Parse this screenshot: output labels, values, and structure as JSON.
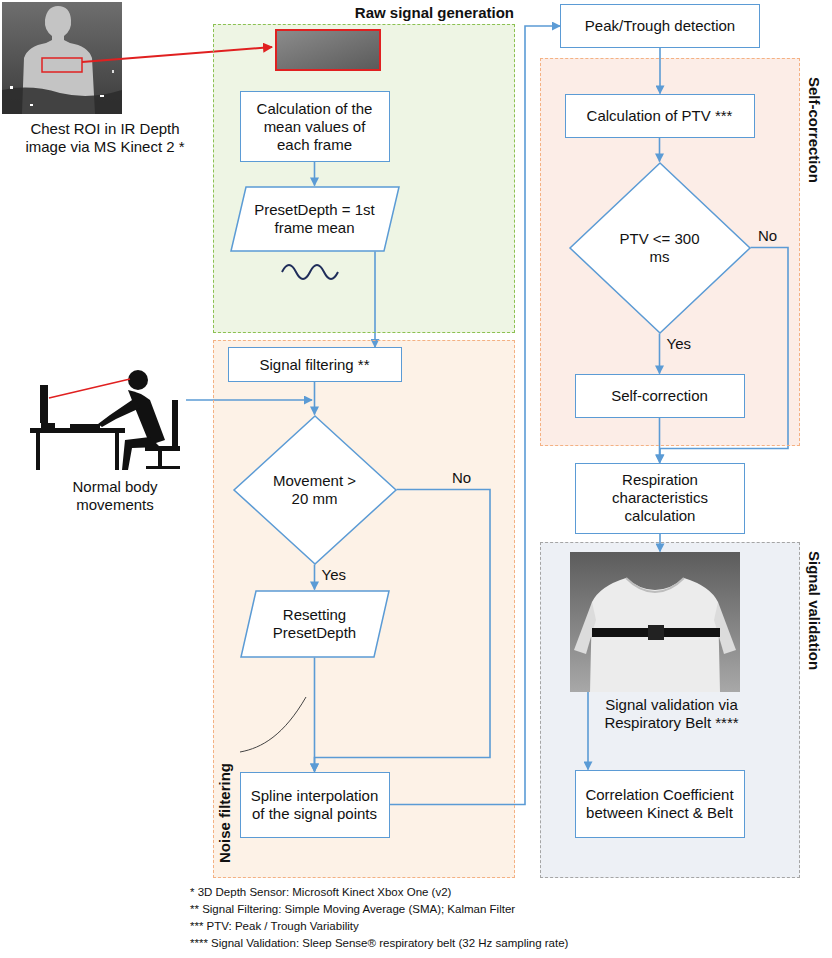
{
  "diagram": {
    "nodes": [
      {
        "text": [
          "Raw signal generation"
        ]
      },
      {
        "text": [
          "Calculation of the mean values of each frame"
        ],
        "in": 0
      },
      {
        "text": [
          "PresetDepth = 1st frame mean"
        ],
        "in": 0
      },
      {
        "text": [
          "Noise filtering"
        ]
      },
      {
        "text": [
          "Signal filtering **"
        ],
        "in": 3
      },
      {
        "text": [
          "Movement > 20 mm"
        ],
        "in": 3
      },
      {
        "text": [
          "Resetting PresetDepth"
        ],
        "in": 3
      },
      {
        "text": [
          "Spline interpolation of the signal points"
        ],
        "in": 3
      },
      {
        "text": [
          "Peak/Trough detection"
        ]
      },
      {
        "text": [
          "Self-correction"
        ]
      },
      {
        "text": [
          "Calculation of PTV ***"
        ],
        "in": 9
      },
      {
        "text": [
          "PTV <= 300 ms"
        ],
        "in": 9
      },
      {
        "text": [
          "Self-correction"
        ],
        "in": 9
      },
      {
        "text": [
          "Respiration characteristics calculation"
        ]
      },
      {
        "text": [
          "Signal validation"
        ]
      },
      {
        "text": [
          "Signal validation via Respiratory Belt ****"
        ],
        "in": 14
      },
      {
        "text": [
          "Correlation Coefficient between Kinect & Belt"
        ],
        "in": 14
      }
    ],
    "edges": [
      {
        "from": 1,
        "to": 2,
        "arrow": "to"
      },
      {
        "from": 2,
        "to": 4,
        "arrow": "to"
      },
      {
        "from": 4,
        "to": 5,
        "arrow": "to"
      },
      {
        "from": 5,
        "to": 6,
        "label": "Yes",
        "arrow": "to"
      },
      {
        "from": 5,
        "to": 7,
        "label": "No",
        "arrow": "to"
      },
      {
        "from": 6,
        "to": 7,
        "arrow": "to"
      },
      {
        "from": 7,
        "to": 8,
        "arrow": "to"
      },
      {
        "from": 8,
        "to": 10,
        "arrow": "to"
      },
      {
        "from": 10,
        "to": 11,
        "arrow": "to"
      },
      {
        "from": 11,
        "to": 12,
        "label": "Yes",
        "arrow": "to"
      },
      {
        "from": 11,
        "to": 13,
        "label": "No",
        "arrow": "to"
      },
      {
        "from": 12,
        "to": 13,
        "arrow": "to"
      },
      {
        "from": 13,
        "to": 15,
        "arrow": "to"
      },
      {
        "from": 15,
        "to": 16,
        "arrow": "to"
      }
    ],
    "labels": [
      "Chest ROI in IR Depth image via MS Kinect 2 *",
      "Normal body movements",
      "* 3D Depth Sensor: Microsoft Kinect Xbox One (v2)",
      "** Signal Filtering: Simple Moving Average (SMA); Kalman Filter",
      "*** PTV: Peak / Trough Variability",
      "**** Signal Validation: Sleep Sense® respiratory belt (32 Hz sampling rate)"
    ]
  }
}
